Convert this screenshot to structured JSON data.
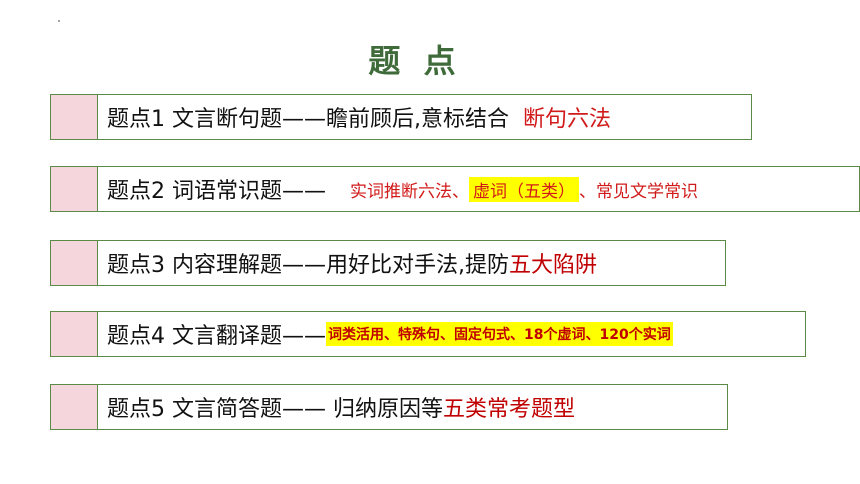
{
  "title": "题 点",
  "rows": [
    {
      "prefix": "题点1 文言断句题——瞻前顾后,意标结合",
      "highlight": "断句六法"
    },
    {
      "prefix": "题点2 词语常识题——",
      "part1": "实词推断六法、",
      "part2": "虚词（五类）",
      "part3": "、常见文学常识"
    },
    {
      "prefix": "题点3 内容理解题——用好比对手法,提防",
      "highlight": "五大陷阱"
    },
    {
      "prefix": "题点4 文言翻译题——",
      "highlight": "词类活用、特殊句、固定句式、18个虚词、120个实词"
    },
    {
      "prefix": "题点5 文言简答题—— 归纳原因等",
      "highlight": "五类常考题型"
    }
  ]
}
